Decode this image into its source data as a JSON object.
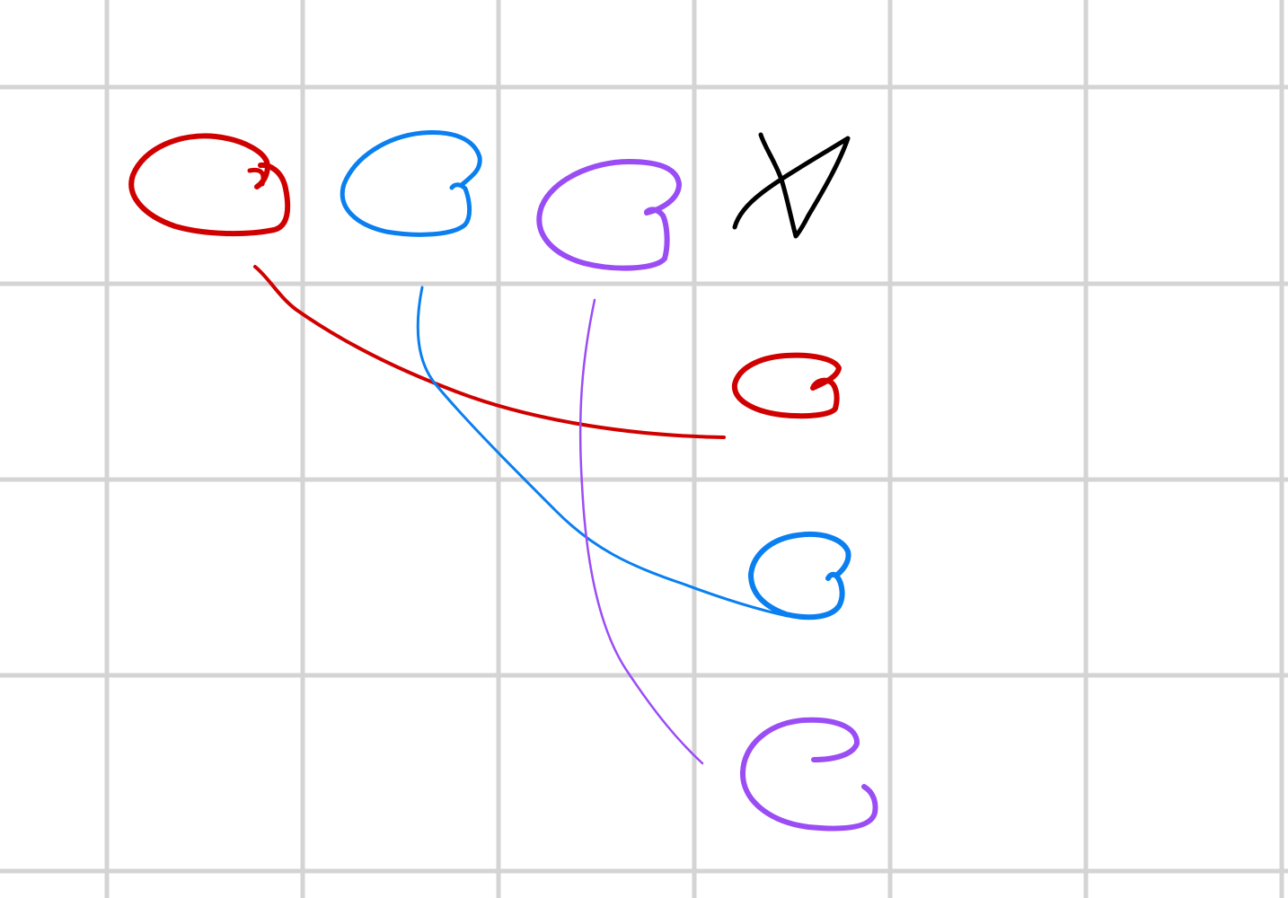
{
  "canvas": {
    "background": "#ffffff",
    "grid_color": "#d4d4d4"
  },
  "colors": {
    "red": "#d10000",
    "blue": "#0a7ff0",
    "purple": "#9b4df5",
    "black": "#000000"
  },
  "strokes": [
    {
      "id": "red-loop-top",
      "color": "red",
      "shape": "loop"
    },
    {
      "id": "blue-loop-top",
      "color": "blue",
      "shape": "loop"
    },
    {
      "id": "purple-loop-top",
      "color": "purple",
      "shape": "loop"
    },
    {
      "id": "black-glyph",
      "color": "black",
      "shape": "glyph"
    },
    {
      "id": "red-loop-right",
      "color": "red",
      "shape": "loop"
    },
    {
      "id": "blue-loop-right",
      "color": "blue",
      "shape": "loop"
    },
    {
      "id": "purple-curl-right",
      "color": "purple",
      "shape": "curl"
    },
    {
      "id": "red-connector",
      "color": "red",
      "shape": "connector"
    },
    {
      "id": "blue-connector",
      "color": "blue",
      "shape": "connector"
    },
    {
      "id": "purple-connector",
      "color": "purple",
      "shape": "connector"
    }
  ]
}
